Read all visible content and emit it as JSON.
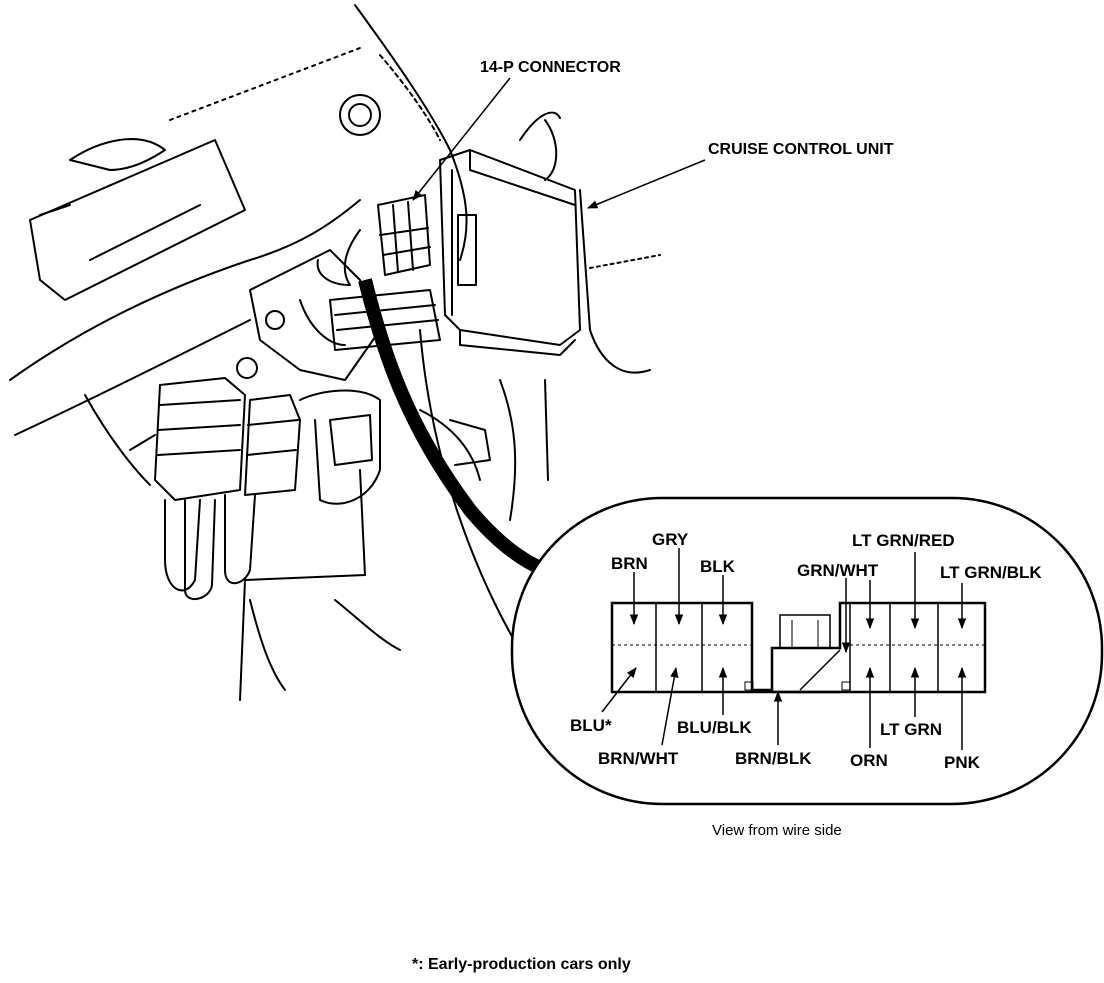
{
  "callouts": {
    "connector": "14-P CONNECTOR",
    "cruise_unit": "CRUISE CONTROL UNIT"
  },
  "wires": {
    "brn": "BRN",
    "gry": "GRY",
    "blk": "BLK",
    "grn_wht": "GRN/WHT",
    "lt_grn_red": "LT GRN/RED",
    "lt_grn_blk": "LT GRN/BLK",
    "blu": "BLU*",
    "brn_wht": "BRN/WHT",
    "blu_blk": "BLU/BLK",
    "brn_blk": "BRN/BLK",
    "orn": "ORN",
    "lt_grn": "LT GRN",
    "pnk": "PNK"
  },
  "caption": "View from wire side",
  "footnote": "*: Early-production cars only"
}
